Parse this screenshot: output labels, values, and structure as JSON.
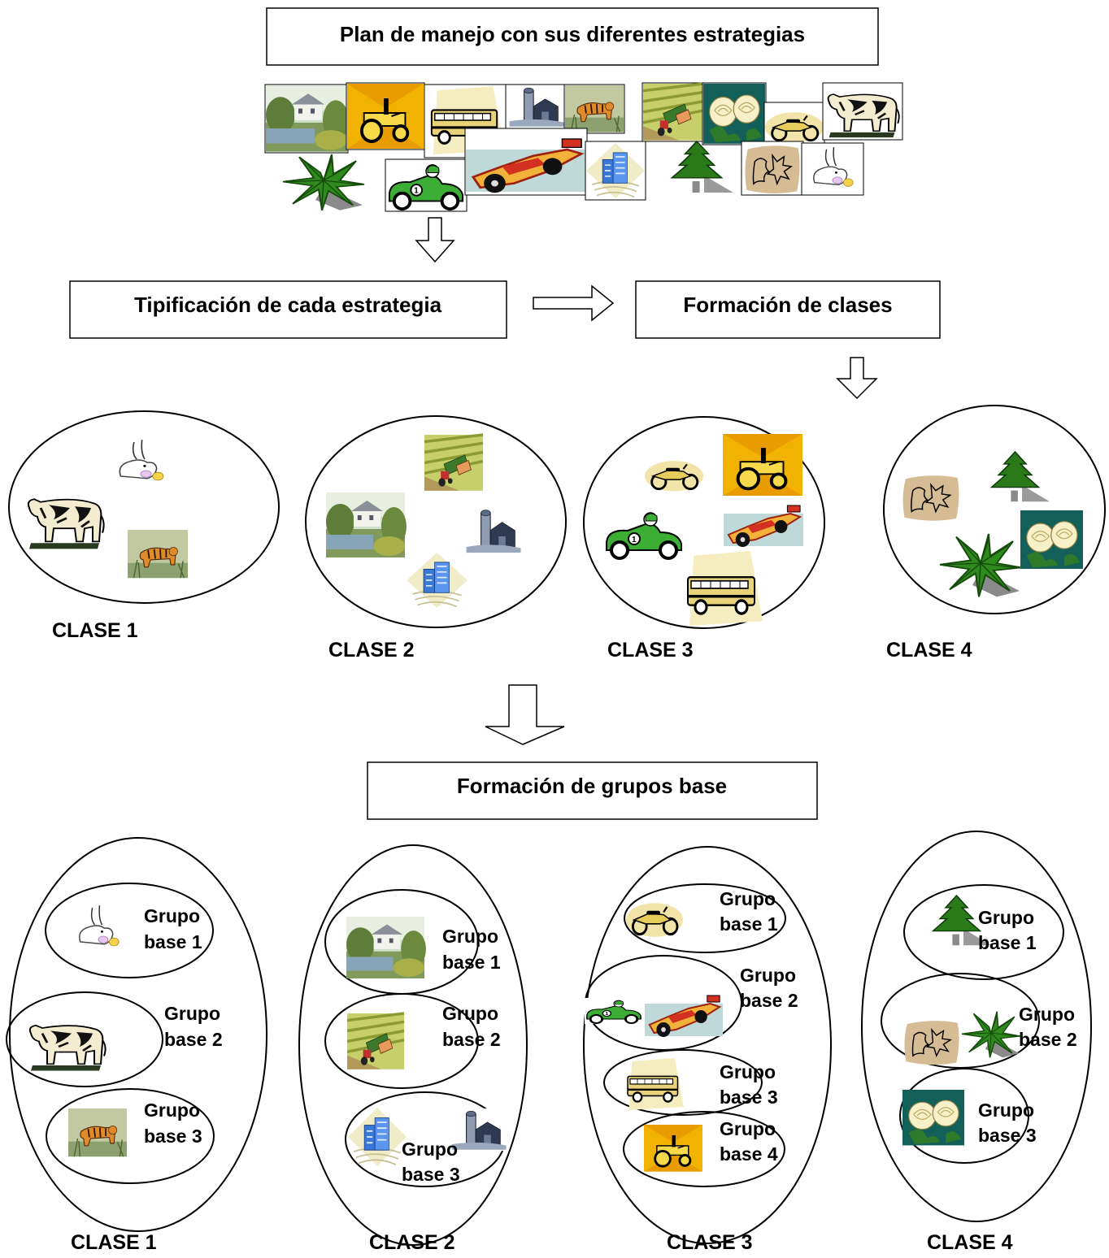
{
  "boxes": {
    "plan": "Plan de manejo con sus diferentes estrategias",
    "tipificacion": "Tipificación de cada estrategia",
    "formacion_clases": "Formación de clases",
    "formacion_grupos": "Formación de grupos base"
  },
  "classes": {
    "c1": "CLASE 1",
    "c2": "CLASE 2",
    "c3": "CLASE 3",
    "c4": "CLASE 4"
  },
  "groups": {
    "w1": "Grupo",
    "base1": "base 1",
    "base2": "base 2",
    "base3": "base 3",
    "base4": "base 4"
  },
  "icons": [
    "house-landscape",
    "tractor",
    "school-bus",
    "silo-barn",
    "tiger",
    "farm-tractor-field",
    "white-roses",
    "motorcycle",
    "cow",
    "palm-plant",
    "race-car-green",
    "formula-car",
    "office-building",
    "pine-tree",
    "leaves",
    "rabbit"
  ]
}
